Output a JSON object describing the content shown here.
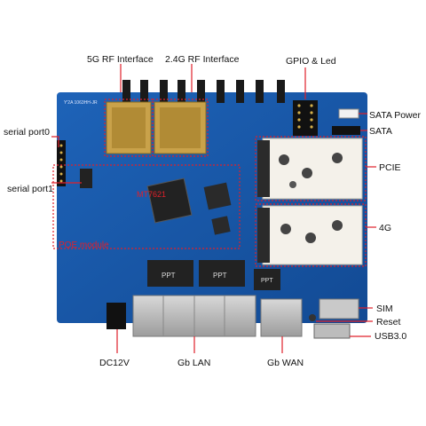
{
  "labels": {
    "rf5g": "5G RF Interface",
    "rf24g": "2.4G RF Interface",
    "gpio": "GPIO & Led",
    "sata_power": "SATA Power",
    "sata": "SATA",
    "pcie": "PCIE",
    "lte4g": "4G",
    "serial0": "serial port0",
    "serial1": "serial port1",
    "sim": "SIM",
    "reset": "Reset",
    "usb": "USB3.0",
    "dc": "DC12V",
    "lan": "Gb LAN",
    "wan": "Gb WAN"
  },
  "board": {
    "pcb_marking": "Y'2A 1063HH-JR",
    "soc_text": "MT7621",
    "poe_text": "POE module",
    "transformer_1": "PPT",
    "transformer_2": "PPT",
    "transformer_3": "PPT"
  },
  "colors": {
    "pcb": "#1656a8",
    "callout": "#e0202a",
    "port_metal": "#b8b8b8",
    "antenna": "#1a1a1a"
  }
}
